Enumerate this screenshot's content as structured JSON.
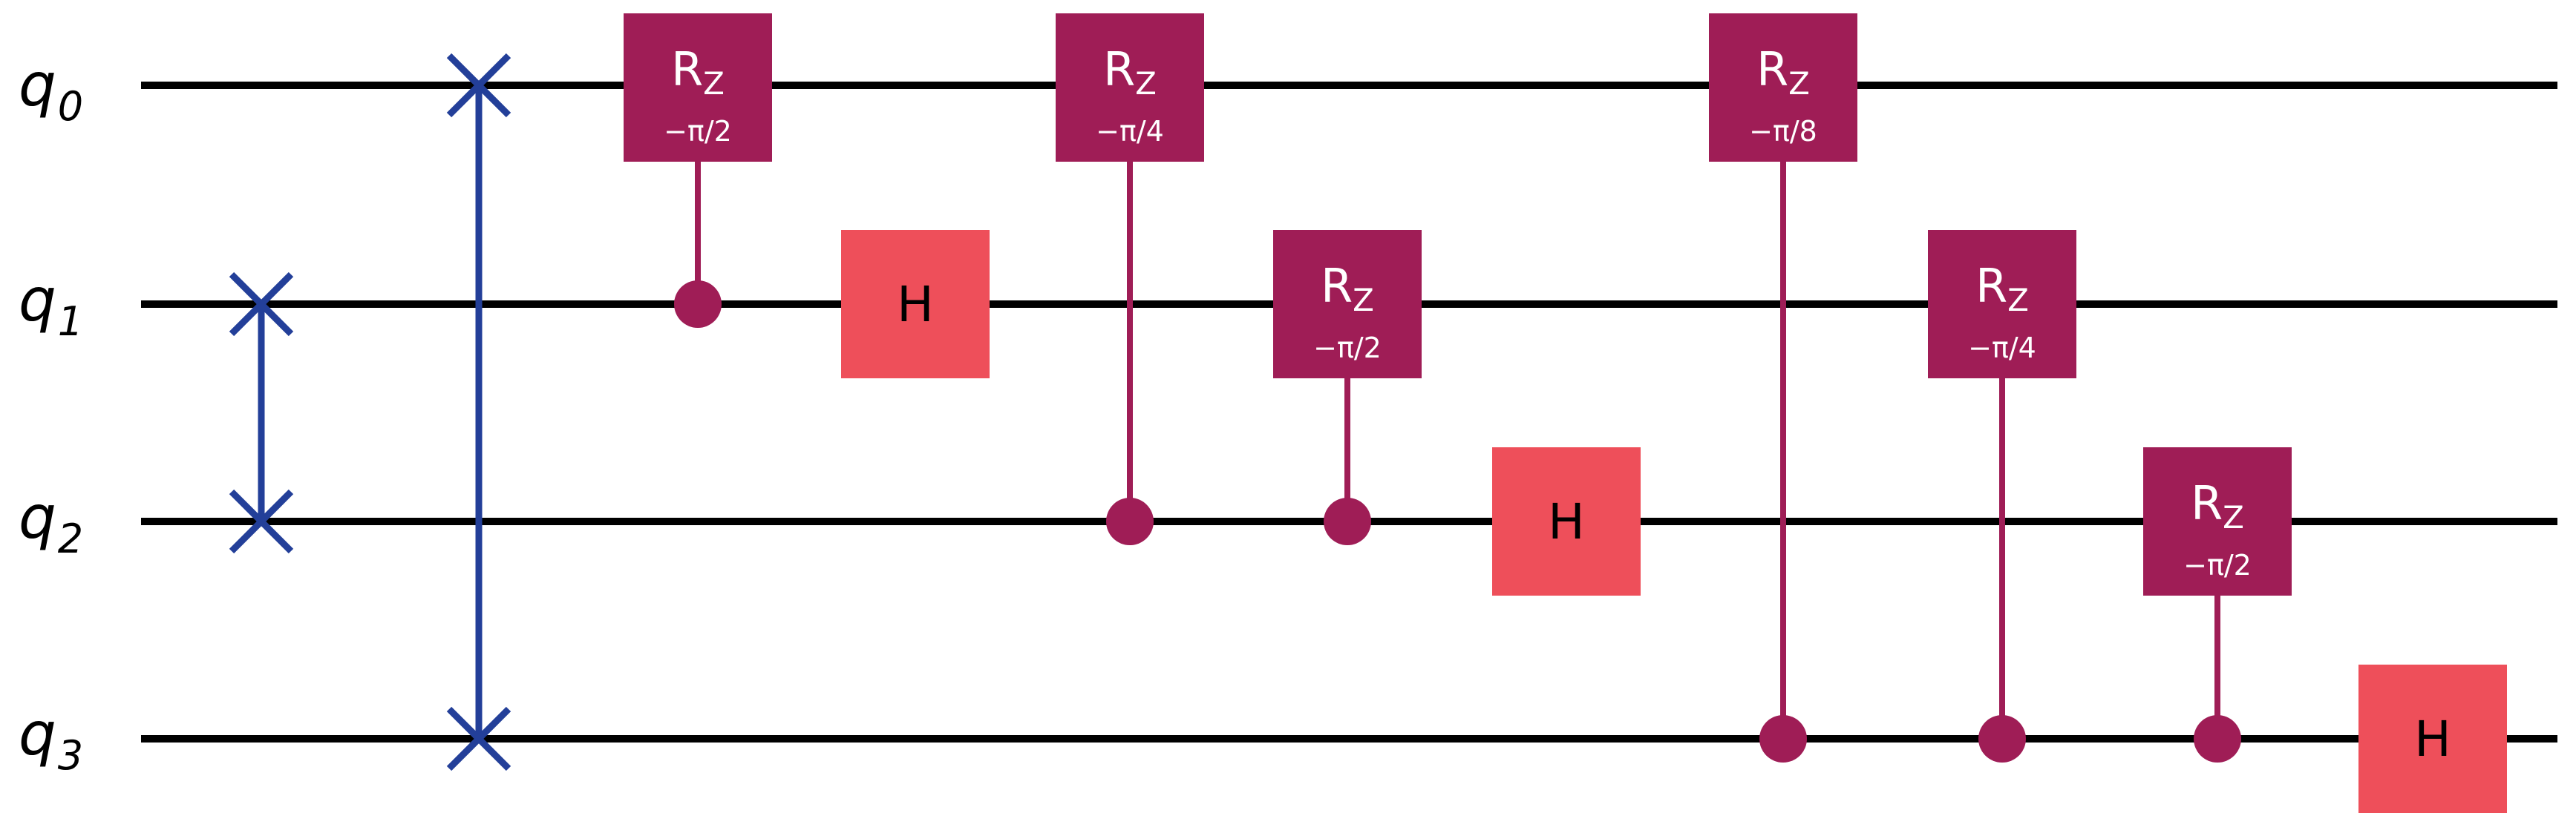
{
  "qubits": [
    {
      "letter": "q",
      "index": "0"
    },
    {
      "letter": "q",
      "index": "1"
    },
    {
      "letter": "q",
      "index": "2"
    },
    {
      "letter": "q",
      "index": "3"
    }
  ],
  "gates": {
    "rz_name": "R",
    "rz_sub": "Z",
    "h_name": "H",
    "params": {
      "g1": "−π/2",
      "g2": "−π/4",
      "g3": "−π/2",
      "g4": "−π/8",
      "g5": "−π/4",
      "g6": "−π/2"
    }
  },
  "colors": {
    "wire": "#000000",
    "swap": "#233f99",
    "controlled_rz": "#9f1d56",
    "hadamard": "#ee4f5a",
    "gate_text": "#ffffff",
    "hadamard_text": "#000000"
  }
}
